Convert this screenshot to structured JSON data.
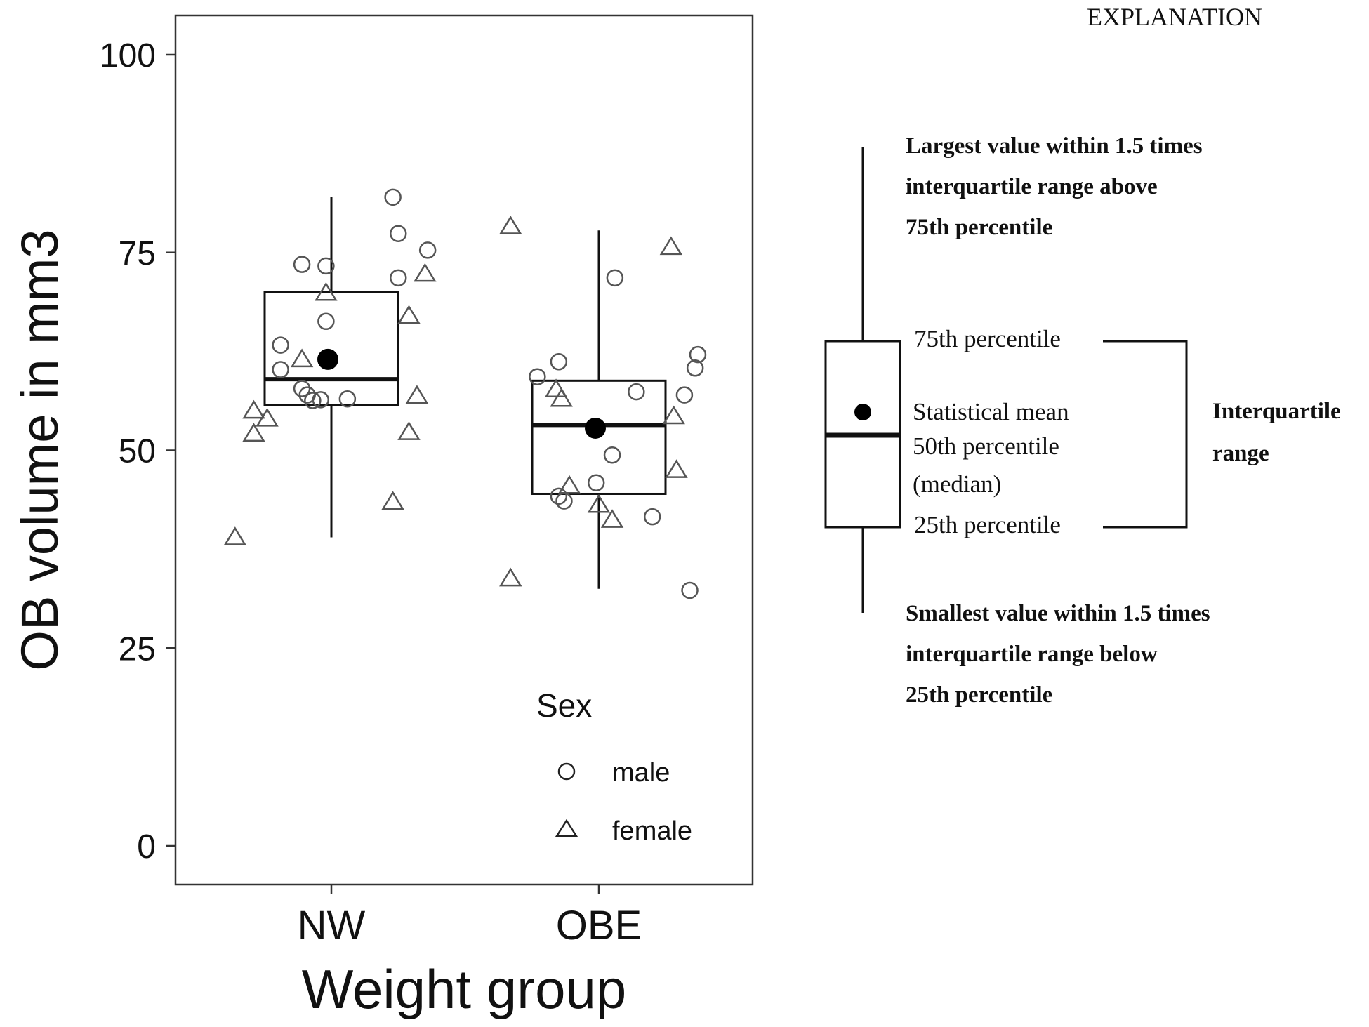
{
  "chart_data": {
    "type": "box",
    "xlabel": "Weight group",
    "ylabel": "OB volume in mm3",
    "ylim": [
      0,
      100
    ],
    "yticks": [
      0,
      25,
      50,
      75,
      100
    ],
    "categories": [
      "NW",
      "OBE"
    ],
    "boxes": [
      {
        "category": "NW",
        "whisker_low": 39,
        "q1": 55.7,
        "median": 59,
        "q3": 70,
        "whisker_high": 82,
        "mean": 61.5
      },
      {
        "category": "OBE",
        "whisker_low": 32.5,
        "q1": 44.5,
        "median": 53.2,
        "q3": 58.8,
        "whisker_high": 77.8,
        "mean": 52.8
      }
    ],
    "points": {
      "male": [
        [
          0.89,
          73.5
        ],
        [
          0.98,
          73.3
        ],
        [
          1.23,
          82
        ],
        [
          1.25,
          77.4
        ],
        [
          1.36,
          75.3
        ],
        [
          1.25,
          71.8
        ],
        [
          0.98,
          66.3
        ],
        [
          0.81,
          63.3
        ],
        [
          0.81,
          60.2
        ],
        [
          0.89,
          57.8
        ],
        [
          0.91,
          57.0
        ],
        [
          0.96,
          56.4
        ],
        [
          0.93,
          56.3
        ],
        [
          1.06,
          56.5
        ],
        [
          1.85,
          61.2
        ],
        [
          1.77,
          59.3
        ],
        [
          2.06,
          71.8
        ],
        [
          2.37,
          62.1
        ],
        [
          2.36,
          60.4
        ],
        [
          2.14,
          57.4
        ],
        [
          2.32,
          57.0
        ],
        [
          2.05,
          49.4
        ],
        [
          1.99,
          45.9
        ],
        [
          1.85,
          44.2
        ],
        [
          1.87,
          43.6
        ],
        [
          2.2,
          41.6
        ],
        [
          2.34,
          32.3
        ]
      ],
      "female": [
        [
          0.98,
          69.9
        ],
        [
          1.35,
          72.3
        ],
        [
          1.29,
          67.0
        ],
        [
          0.89,
          61.5
        ],
        [
          0.71,
          55.0
        ],
        [
          0.76,
          54.0
        ],
        [
          0.71,
          52.1
        ],
        [
          1.32,
          56.9
        ],
        [
          1.29,
          52.3
        ],
        [
          1.23,
          43.5
        ],
        [
          0.64,
          39.0
        ],
        [
          1.67,
          78.3
        ],
        [
          2.27,
          75.7
        ],
        [
          1.84,
          57.7
        ],
        [
          1.86,
          56.5
        ],
        [
          2.28,
          54.3
        ],
        [
          2.29,
          47.5
        ],
        [
          1.89,
          45.5
        ],
        [
          2.0,
          43.1
        ],
        [
          2.05,
          41.2
        ],
        [
          1.67,
          33.8
        ]
      ]
    },
    "legend": {
      "title": "Sex",
      "entries": [
        {
          "label": "male",
          "shape": "circle"
        },
        {
          "label": "female",
          "shape": "triangle"
        }
      ],
      "position": "bottom-right inside plot"
    },
    "colors": {
      "mark": "#000000",
      "jitter": "#555555",
      "background": "#ffffff"
    }
  },
  "explanation": {
    "title": "EXPLANATION",
    "largest": [
      "Largest value within 1.5 times",
      "interquartile range above",
      "75th percentile"
    ],
    "p75": "75th percentile",
    "mean": "Statistical mean",
    "median": [
      "50th percentile",
      "(median)"
    ],
    "p25": "25th percentile",
    "iqr": [
      "Interquartile",
      "range"
    ],
    "smallest": [
      "Smallest value within 1.5 times",
      "interquartile range below",
      "25th percentile"
    ]
  }
}
